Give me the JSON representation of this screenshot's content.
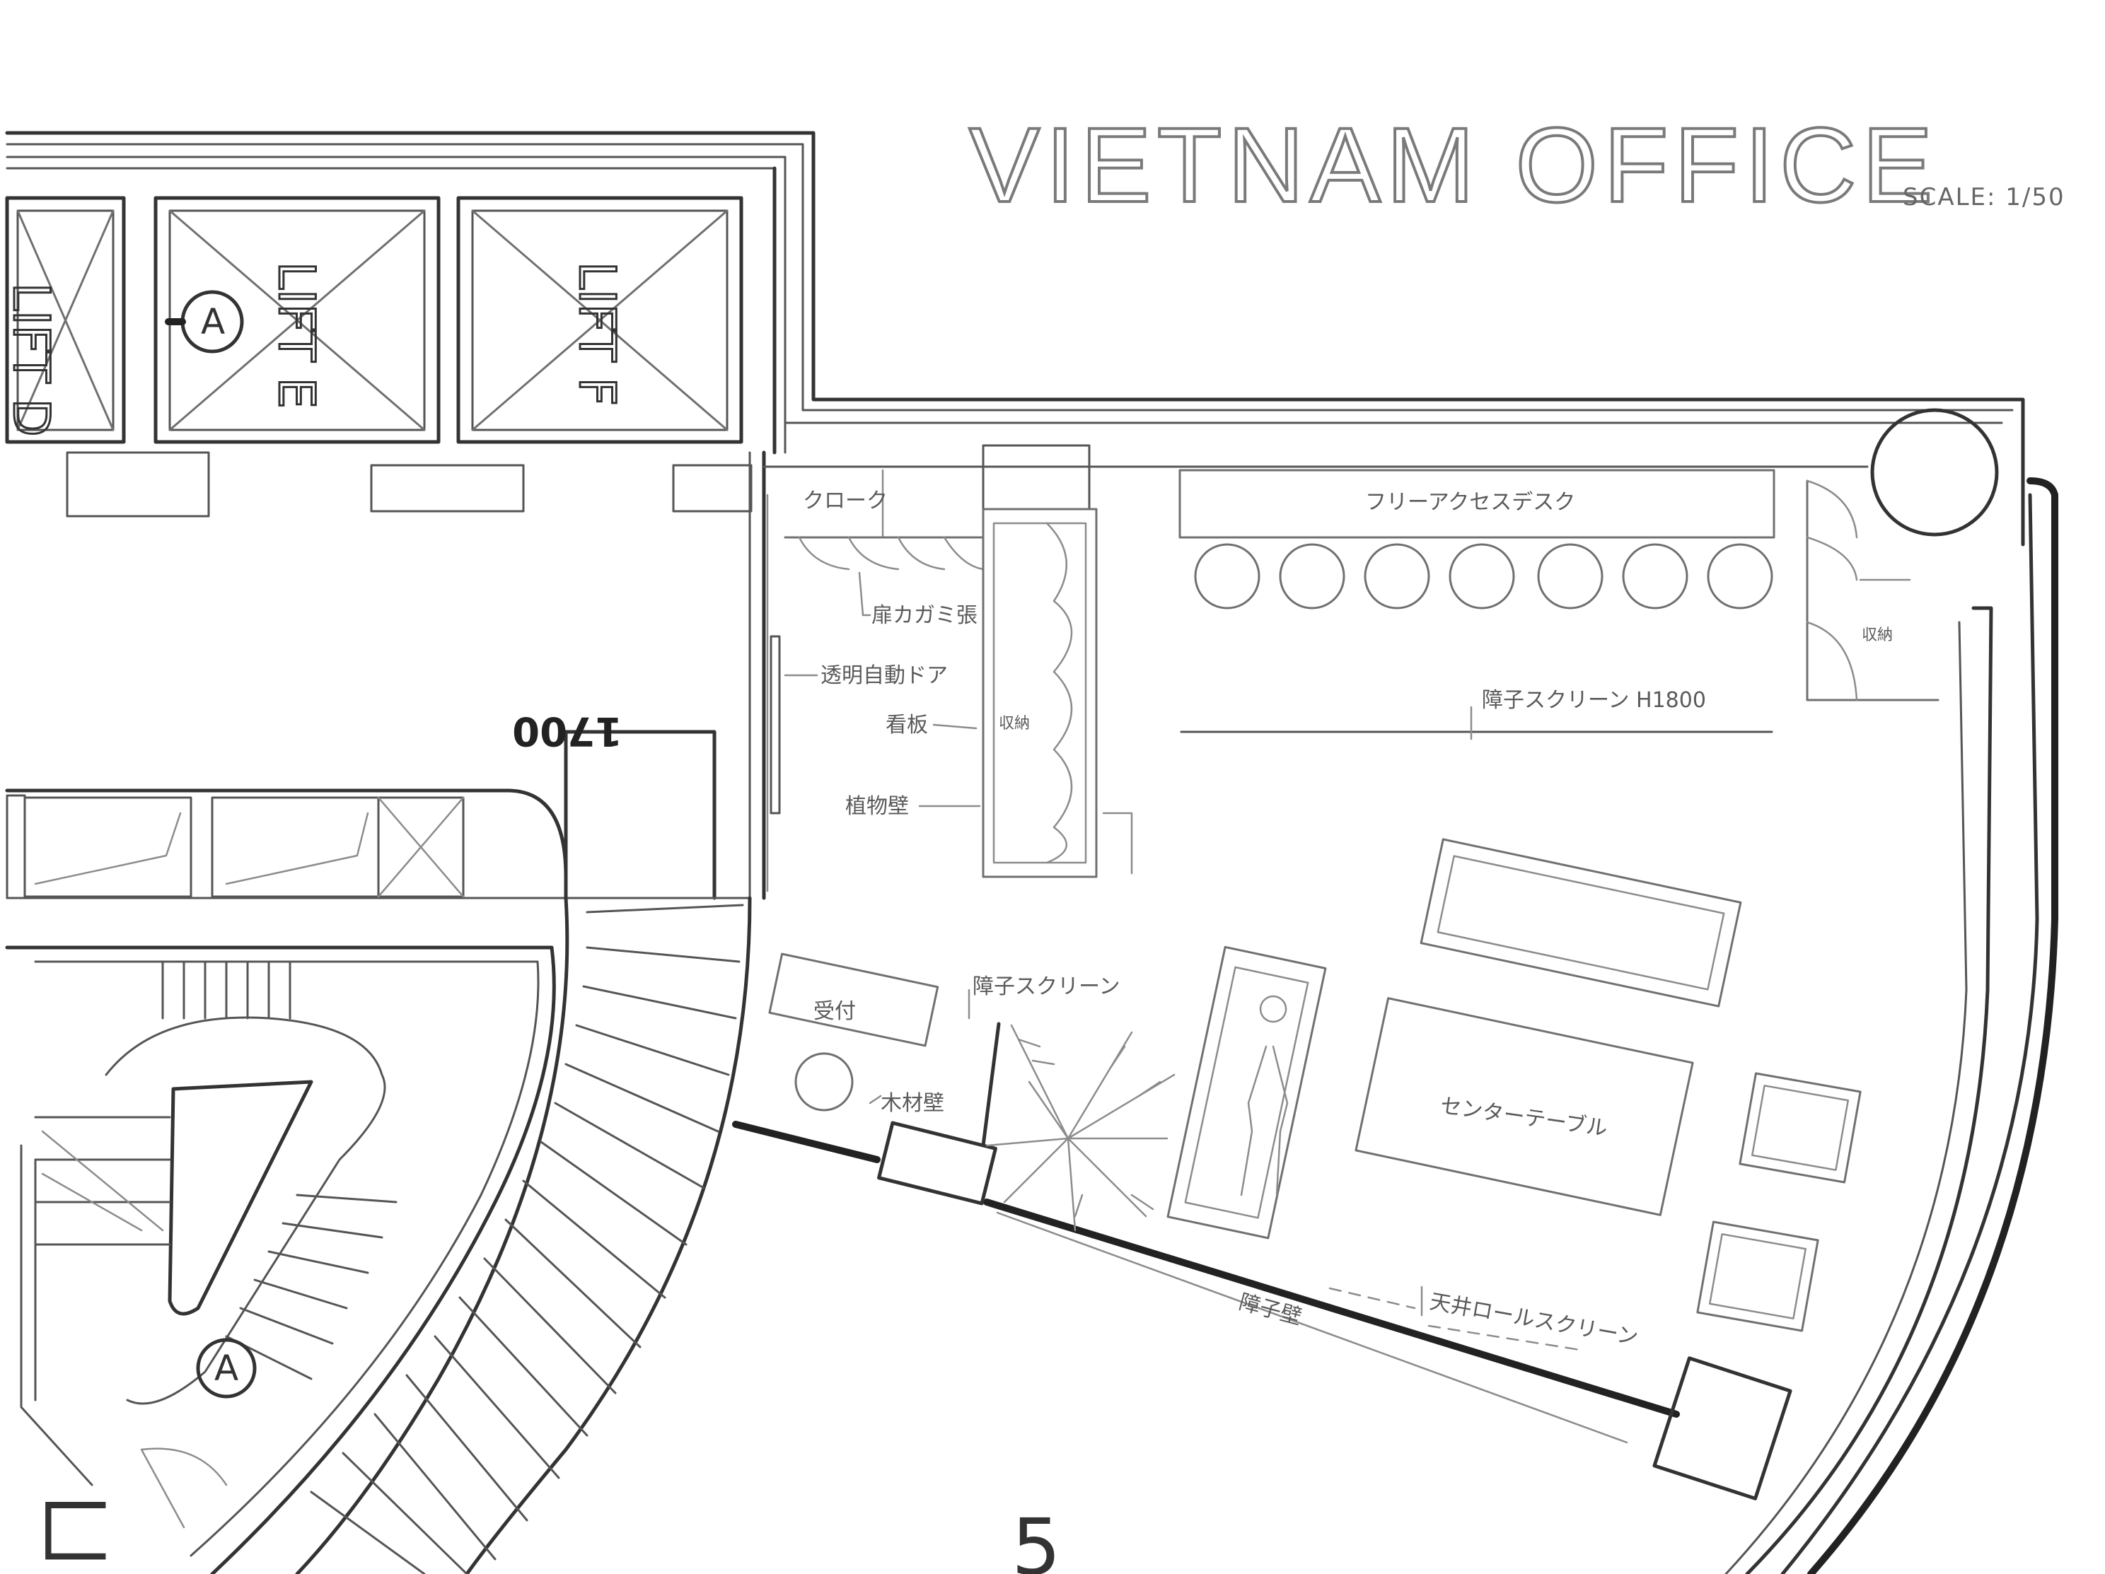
{
  "title": "VIETNAM OFFICE",
  "scale": "SCALE: 1/50",
  "lifts": [
    "LIFT D",
    "LIFT E",
    "LIFT F"
  ],
  "lift_marker": "A",
  "dimension": "1700",
  "labels": {
    "cloak": "クローク",
    "door_hinge": "扉カガミ張",
    "auto_door": "透明自動ドア",
    "signboard": "看板",
    "plant_wall": "植物壁",
    "storage_left": "収納",
    "free_desk": "フリーアクセスデスク",
    "storage_right": "収納",
    "screen_h1800": "障子スクリーン H1800",
    "reception": "受付",
    "shoji_screen": "障子スクリーン",
    "wood_wall": "木材壁",
    "center_table": "センターテーブル",
    "shoji_wall": "障子壁",
    "ceiling_roll_screen": "天井ロールスクリーン"
  },
  "corner_digit": "5",
  "corner_letter": "ㄇ"
}
